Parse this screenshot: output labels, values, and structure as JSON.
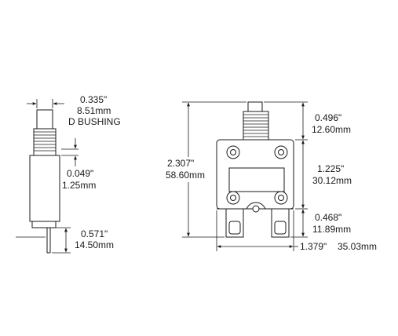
{
  "side_view": {
    "bushing_in": "0.335\"",
    "bushing_mm": "8.51mm",
    "bushing_type": "D BUSHING",
    "thread_in": "0.049\"",
    "thread_mm": "1.25mm",
    "terminal_in": "0.571\"",
    "terminal_mm": "14.50mm"
  },
  "front_view": {
    "height_in": "2.307\"",
    "height_mm": "58.60mm",
    "top_in": "0.496\"",
    "top_mm": "12.60mm",
    "mid_in": "1.225\"",
    "mid_mm": "30.12mm",
    "bottom_in": "0.468\"",
    "bottom_mm": "11.89mm",
    "width_in": "1.379\"",
    "width_mm": "35.03mm"
  }
}
